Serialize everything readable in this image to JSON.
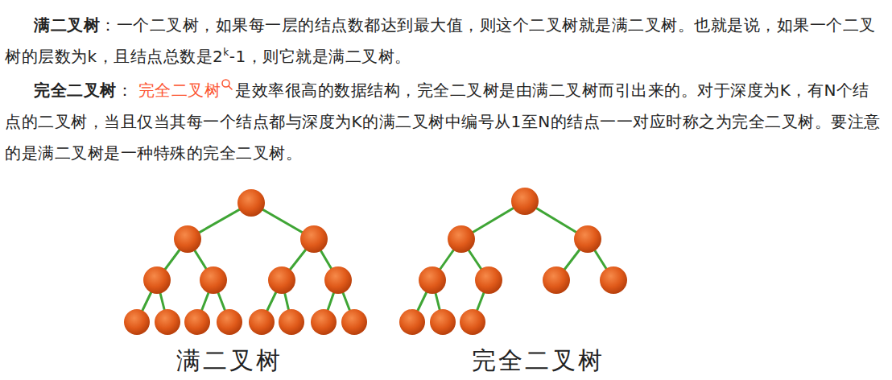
{
  "diagram": {
    "labels": [
      "满二叉树",
      "：一个二叉树，如果每一层的结点数都达到最大值，则这个二叉树就是满二叉树。也就是说，如果一个二叉树的层数为k，且结点总数是2",
      "k",
      "-1，则它就是满二叉树。",
      "完全二叉树",
      "： ",
      "完全二叉树",
      "是效率很高的数据结构，完全二叉树是由满二叉树而引出来的。对于深度为K，有N个结点的二叉树，当且仅当其每一个结点都与深度为K的满二叉树中编号从1至N的结点一一对应时称之为完全二叉树。要注意的是满二叉树是一种特殊的完全二叉树。",
      "满二叉树",
      "完全二叉树"
    ]
  }
}
